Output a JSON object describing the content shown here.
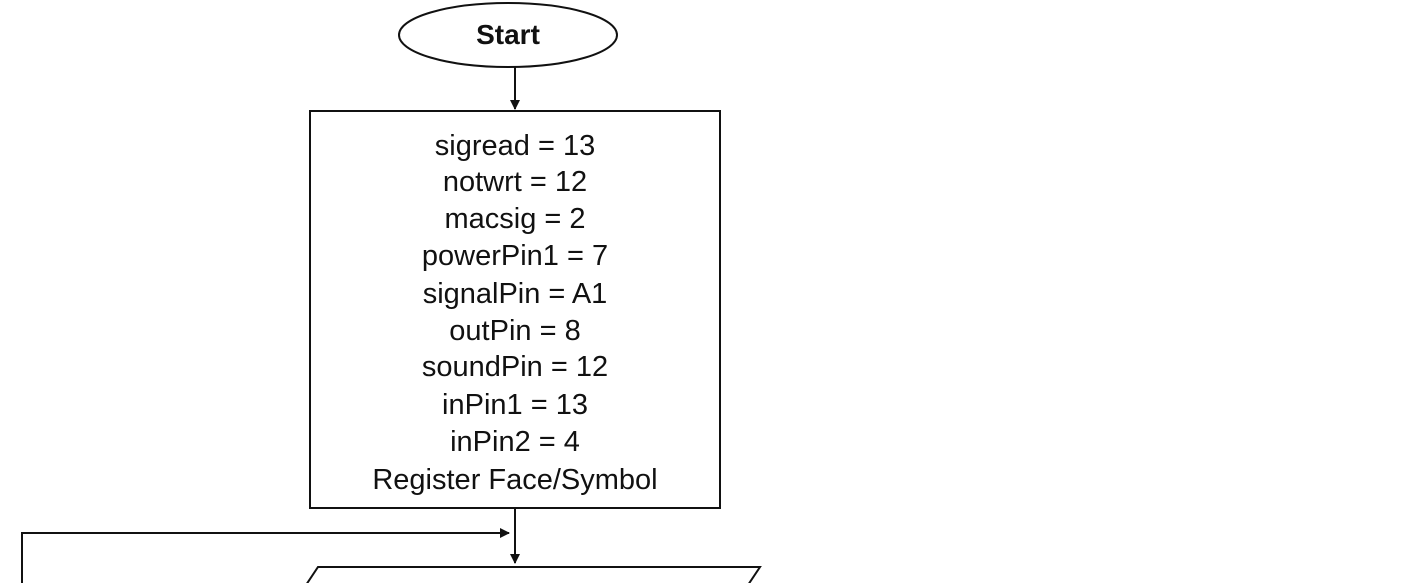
{
  "start": {
    "label": "Start"
  },
  "init_block": {
    "lines": [
      "sigread = 13",
      "notwrt = 12",
      "macsig = 2",
      "powerPin1 = 7",
      "signalPin = A1",
      "outPin = 8",
      "soundPin = 12",
      "inPin1 = 13",
      "inPin2 = 4",
      "Register Face/Symbol"
    ]
  },
  "colors": {
    "stroke": "#111111",
    "background": "#ffffff"
  }
}
